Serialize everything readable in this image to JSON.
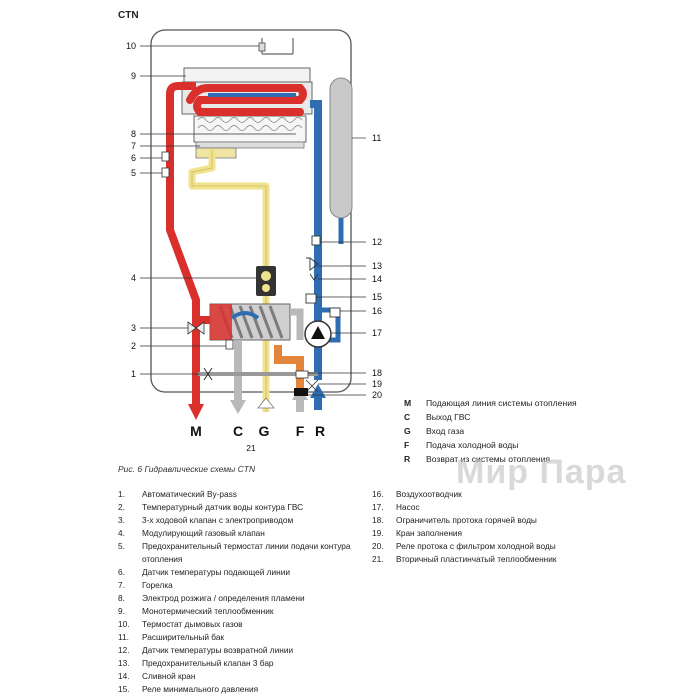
{
  "title": "CTN",
  "caption": "Рис. 6 Гидравлические схемы CTN",
  "watermark": "Мир Пара",
  "callouts_left": [
    "10",
    "9",
    "8",
    "7",
    "6",
    "5",
    "4",
    "3",
    "2",
    "1"
  ],
  "callouts_right": [
    "11",
    "12",
    "13",
    "14",
    "15",
    "16",
    "17",
    "18",
    "19",
    "20"
  ],
  "bottom_codes": [
    "M",
    "C",
    "G",
    "F",
    "R"
  ],
  "bottom_sub": "21",
  "legend": [
    {
      "code": "M",
      "text": "Подающая линия системы отопления"
    },
    {
      "code": "C",
      "text": "Выход ГВС"
    },
    {
      "code": "G",
      "text": "Вход газа"
    },
    {
      "code": "F",
      "text": "Подача холодной воды"
    },
    {
      "code": "R",
      "text": "Возврат из системы отопления"
    }
  ],
  "list_left": [
    {
      "n": "1.",
      "t": "Автоматический By-pass"
    },
    {
      "n": "2.",
      "t": "Температурный датчик воды контура ГВС"
    },
    {
      "n": "3.",
      "t": "3-х ходовой клапан с электроприводом"
    },
    {
      "n": "4.",
      "t": "Модулирующий газовый клапан"
    },
    {
      "n": "5.",
      "t": "Предохранительный термостат линии подачи контура"
    },
    {
      "n": "",
      "t": "отопления"
    },
    {
      "n": "6.",
      "t": "Датчик температуры подающей линии"
    },
    {
      "n": "7.",
      "t": "Горелка"
    },
    {
      "n": "8.",
      "t": "Электрод розжига / определения пламени"
    },
    {
      "n": "9.",
      "t": "Монотермический теплообменник"
    },
    {
      "n": "10.",
      "t": "Термостат дымовых газов"
    },
    {
      "n": "11.",
      "t": "Расширительный бак"
    },
    {
      "n": "12.",
      "t": "Датчик температуры возвратной линии"
    },
    {
      "n": "13.",
      "t": "Предохранительный клапан 3 бар"
    },
    {
      "n": "14.",
      "t": "Сливной кран"
    },
    {
      "n": "15.",
      "t": "Реле минимального давления"
    }
  ],
  "list_right": [
    {
      "n": "16.",
      "t": "Воздухоотводчик"
    },
    {
      "n": "17.",
      "t": "Насос"
    },
    {
      "n": "18.",
      "t": "Ограничитель протока горячей воды"
    },
    {
      "n": "19.",
      "t": "Кран заполнения"
    },
    {
      "n": "20.",
      "t": "Реле протока с фильтром холодной воды"
    },
    {
      "n": "21.",
      "t": "Вторичный пластинчатый теплообменник"
    }
  ],
  "colors": {
    "hot": "#d9302c",
    "return": "#2f6db3",
    "gas": "#f3e7a0",
    "dhw": "#b9b9b9",
    "cold_in": "#e3853a",
    "panel": "#ffffff",
    "frame": "#555555"
  }
}
